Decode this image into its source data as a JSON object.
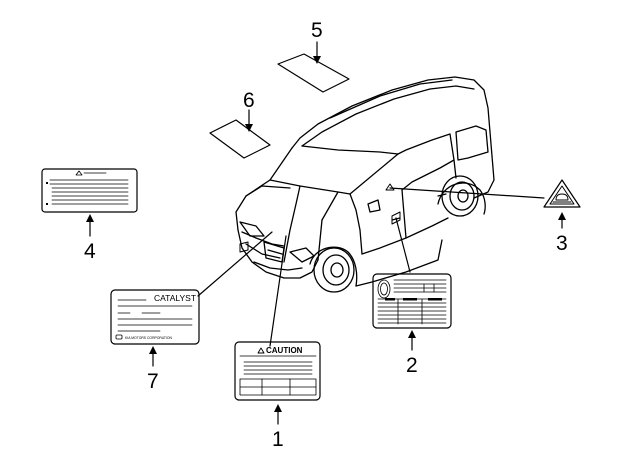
{
  "diagram": {
    "callouts": [
      "1",
      "2",
      "3",
      "4",
      "5",
      "6",
      "7"
    ],
    "labels": {
      "caution_heading": "CAUTION",
      "catalyst_heading": "CATALYST",
      "catalyst_footer": "KIA MOTORS CORPORATION"
    }
  }
}
